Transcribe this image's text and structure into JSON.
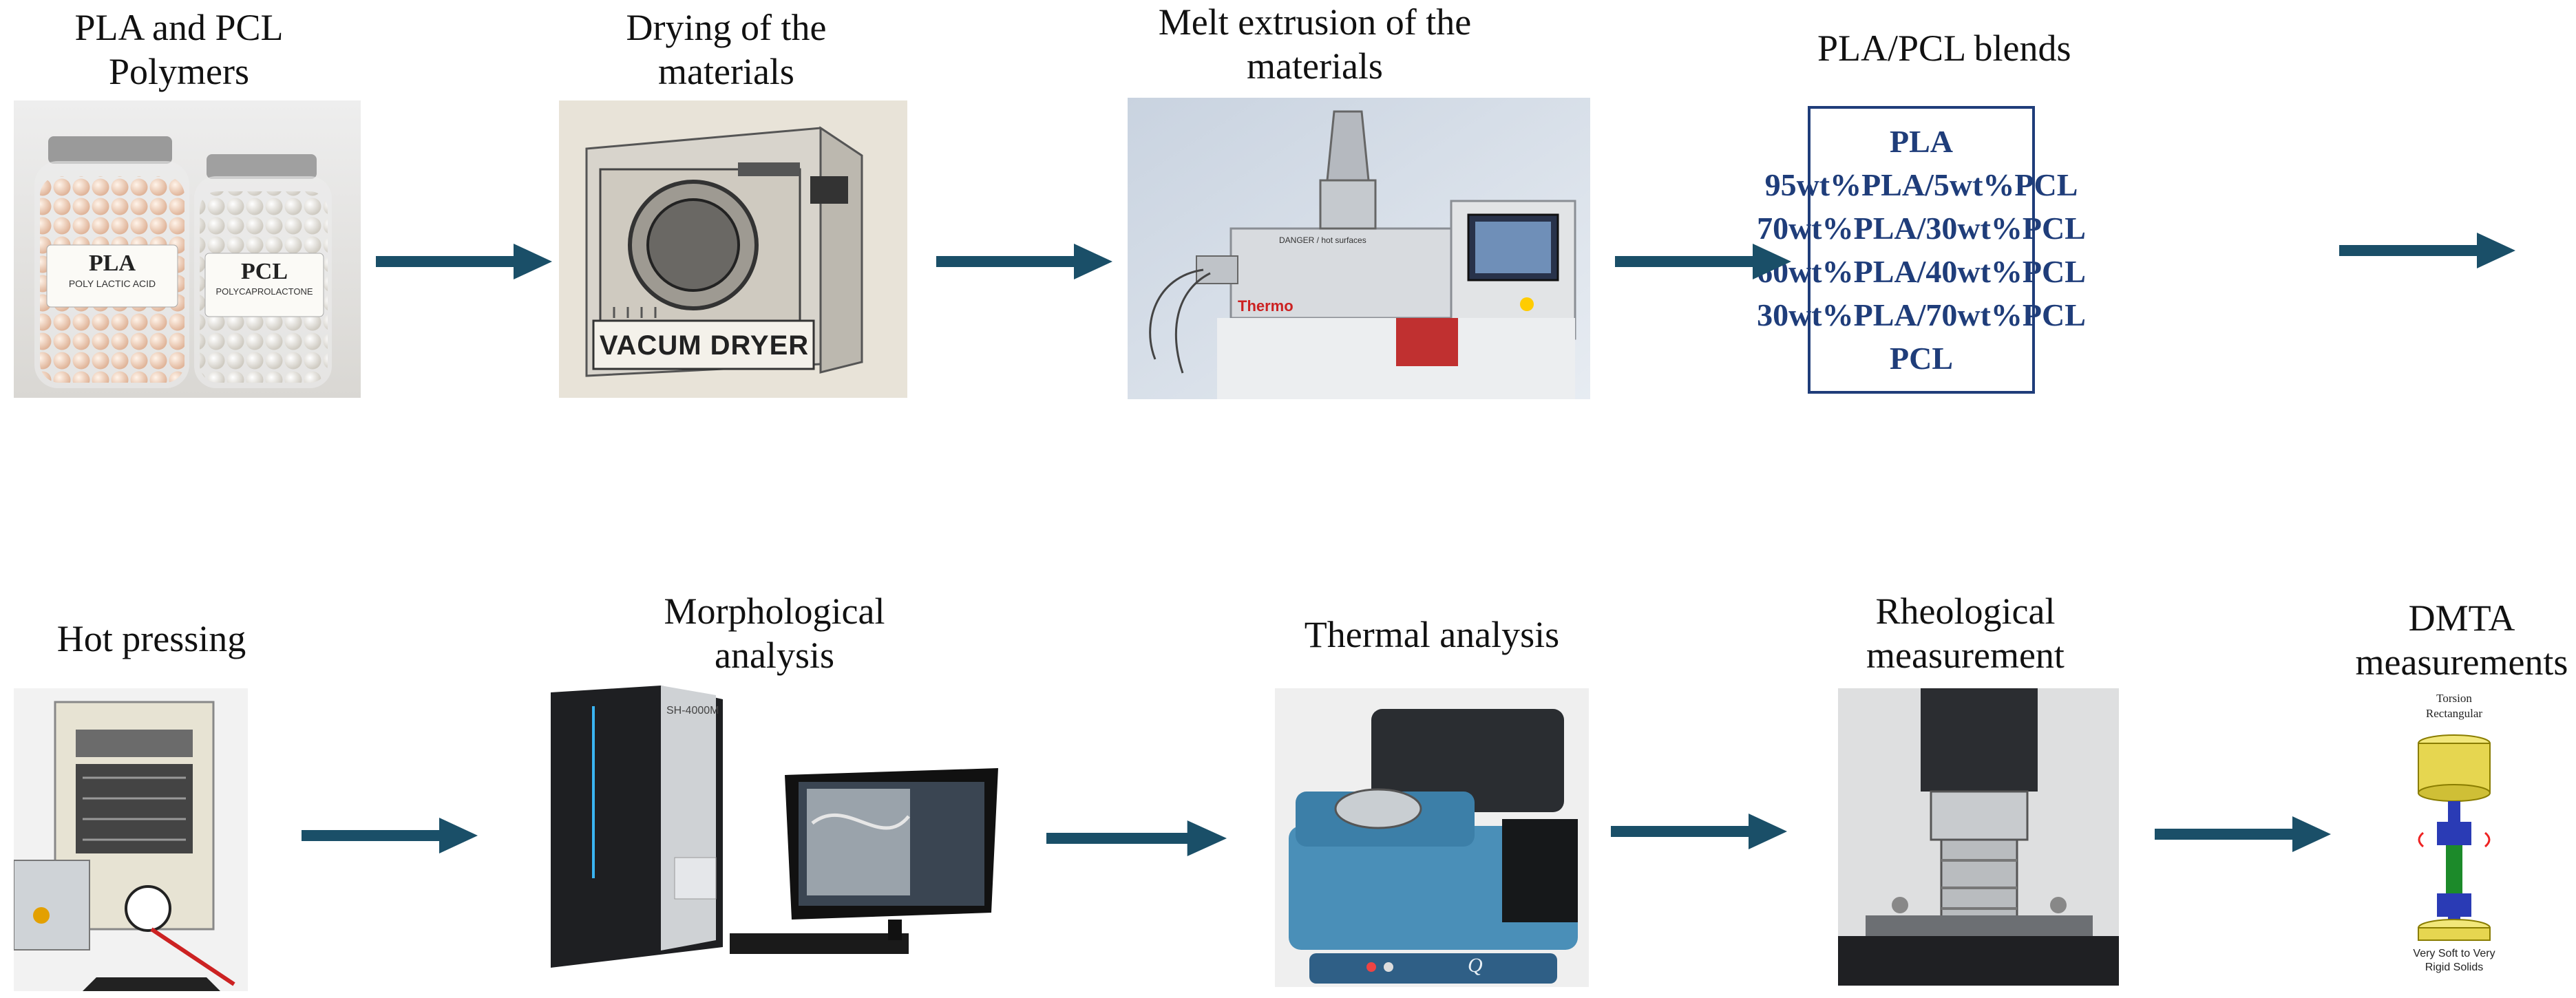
{
  "colors": {
    "arrow": "#1a4f68",
    "blend_text": "#1f3d7a",
    "box_border": "#1f3d7a"
  },
  "steps": {
    "polymers": "PLA and PCL\nPolymers",
    "drying": "Drying of the\nmaterials",
    "extrusion": "Melt extrusion of the\nmaterials",
    "blends": "PLA/PCL blends",
    "hot_pressing": "Hot pressing",
    "morphology": "Morphological\nanalysis",
    "thermal": "Thermal analysis",
    "rheology": "Rheological\nmeasurement",
    "dmta": "DMTA\nmeasurements"
  },
  "blend_list": [
    "PLA",
    "95wt%PLA/5wt%PCL",
    "70wt%PLA/30wt%PCL",
    "60wt%PLA/40wt%PCL",
    "30wt%PLA/70wt%PCL",
    "PCL"
  ],
  "photo_text": {
    "jar_pla": "PLA",
    "jar_pla_sub": "POLY LACTIC ACID",
    "jar_pcl": "PCL",
    "jar_pcl_sub": "POLYCAPROLACTONE",
    "dryer": "VACUM DRYER",
    "extruder_brand": "Thermo",
    "extruder_warning": "DANGER / hot surfaces",
    "sem_model": "SH-4000M",
    "dsc_model": "Q",
    "dmta_top": "Torsion\nRectangular",
    "dmta_bottom": "Very Soft to Very\nRigid Solids"
  }
}
